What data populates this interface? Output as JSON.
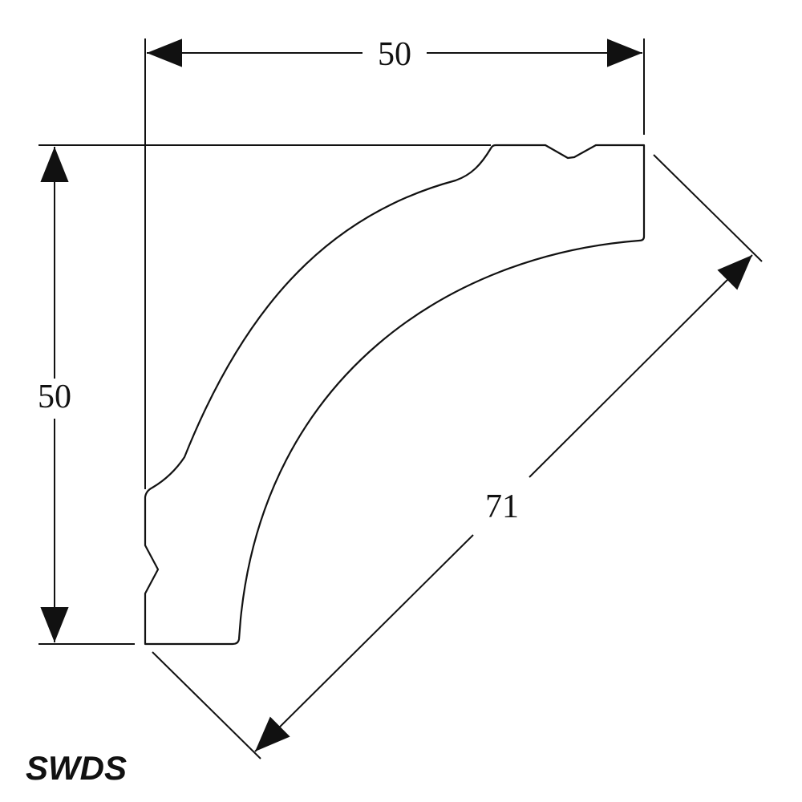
{
  "dimensions": {
    "width_label": "50",
    "height_label": "50",
    "diagonal_label": "71"
  },
  "logo": {
    "text": "SWDS"
  },
  "colors": {
    "line": "#111111",
    "background": "#ffffff"
  }
}
